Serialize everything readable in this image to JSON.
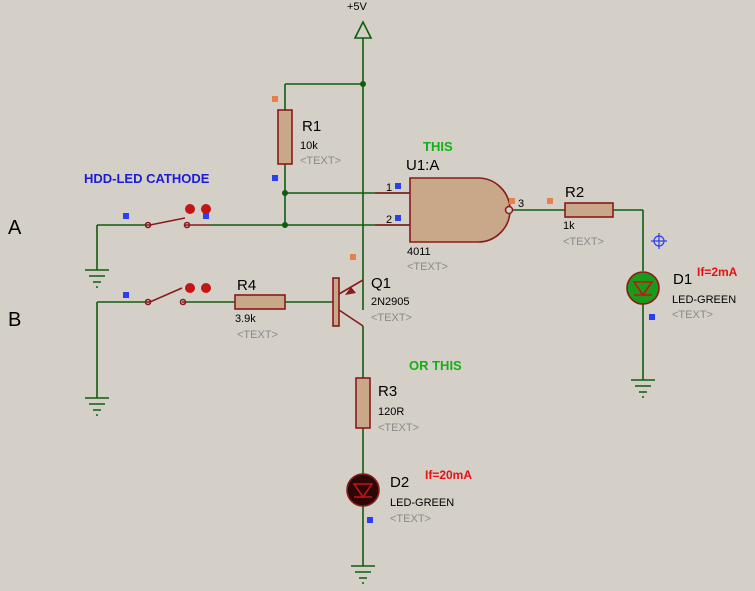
{
  "colors": {
    "wire": "#0e5c0e",
    "component": "#8a1a1a",
    "body_fill": "#c8a888",
    "background": "#d4d0c8",
    "note_green": "#14b014",
    "note_blue": "#1c1cd8",
    "note_red": "#e81010",
    "pin_blue": "#2b3ff0",
    "pin_orange": "#e8804a"
  },
  "supply": {
    "label": "+5V"
  },
  "inputs": {
    "a_label": "A",
    "b_label": "B"
  },
  "notes": {
    "hdd": "HDD-LED CATHODE",
    "this": "THIS",
    "or_this": "OR THIS",
    "if_d1": "If=2mA",
    "if_d2": "If=20mA"
  },
  "r1": {
    "ref": "R1",
    "value": "10k",
    "text": "<TEXT>"
  },
  "r2": {
    "ref": "R2",
    "value": "1k",
    "text": "<TEXT>"
  },
  "r3": {
    "ref": "R3",
    "value": "120R",
    "text": "<TEXT>"
  },
  "r4": {
    "ref": "R4",
    "value": "3.9k",
    "text": "<TEXT>"
  },
  "u1": {
    "ref": "U1:A",
    "part": "4011",
    "text": "<TEXT>",
    "pin1": "1",
    "pin2": "2",
    "pin3": "3"
  },
  "q1": {
    "ref": "Q1",
    "part": "2N2905",
    "text": "<TEXT>"
  },
  "d1": {
    "ref": "D1",
    "part": "LED-GREEN",
    "text": "<TEXT>",
    "color": "#1a9a1a"
  },
  "d2": {
    "ref": "D2",
    "part": "LED-GREEN",
    "text": "<TEXT>",
    "color": "#2a0808"
  }
}
